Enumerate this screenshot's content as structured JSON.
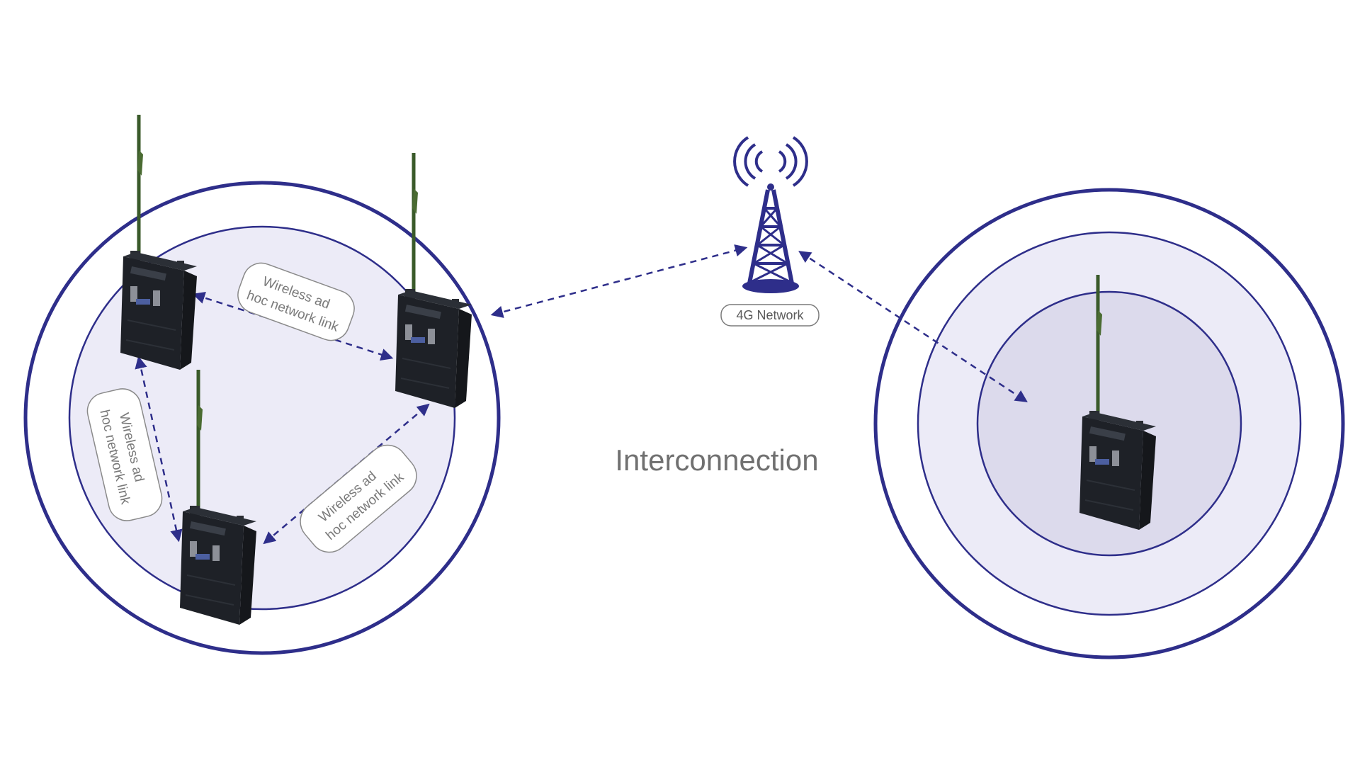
{
  "colors": {
    "ring": "#2e2e8a",
    "zone_fill": "#ecebf7",
    "zone_inner_fill": "#dcdaec",
    "link": "#2e2e8a",
    "device_body": "#1c1f25",
    "antenna": "#3a5a2a",
    "label_text": "#7a7a7a"
  },
  "left_cluster": {
    "link_labels": {
      "top": [
        "Wireless ad",
        "hoc network link"
      ],
      "left": [
        "Wireless ad",
        "hoc network link"
      ],
      "bottom": [
        "Wireless ad",
        "hoc network link"
      ]
    }
  },
  "tower": {
    "icon": "cell-tower-icon",
    "label": "4G Network"
  },
  "center": {
    "label": "Interconnection"
  },
  "right_cluster": {
    "icon": "radio-device-icon"
  }
}
